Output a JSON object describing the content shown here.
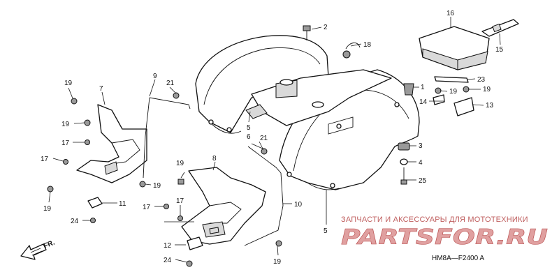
{
  "callouts": {
    "c2": "2",
    "c18": "18",
    "c16": "16",
    "c15": "15",
    "c23": "23",
    "c19a": "19",
    "c19b": "19",
    "c1": "1",
    "c14": "14",
    "c13": "13",
    "c3": "3",
    "c4": "4",
    "c25": "25",
    "c9": "9",
    "c21a": "21",
    "c7": "7",
    "c19c": "19",
    "c19d": "19",
    "c17a": "17",
    "c17b": "17",
    "c19e": "19",
    "c19f": "19",
    "c11": "11",
    "c24a": "24",
    "c5a": "5",
    "c6": "6",
    "c21b": "21",
    "c8": "8",
    "c19g": "19",
    "c10": "10",
    "c17c": "17",
    "c17d": "17",
    "c5b": "5",
    "c12": "12",
    "c24b": "24",
    "c19h": "19"
  },
  "direction_label": "FR.",
  "drawing_code": "HM8A—F2400 A",
  "watermark": {
    "tagline": "ЗАПЧАСТИ И АКСЕССУАРЫ ДЛЯ МОТОТЕХНИКИ",
    "logo": "PARTSFOR.RU"
  }
}
